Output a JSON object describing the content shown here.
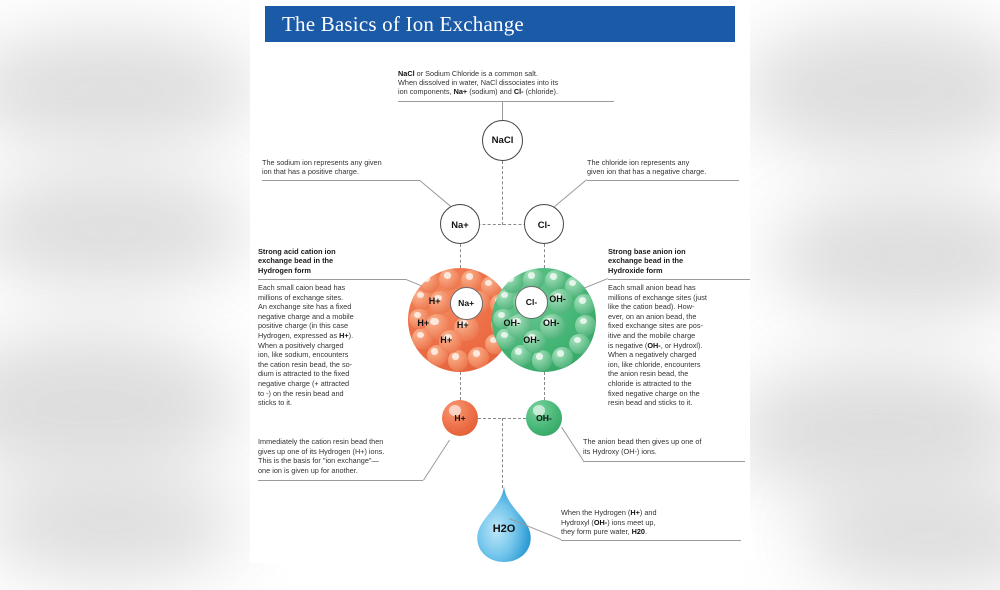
{
  "header": {
    "title": "The Basics of Ion Exchange",
    "bar_color": "#1B5AA7"
  },
  "colors": {
    "cation_orange": "#EE7048",
    "anion_green": "#48B878",
    "water_blue": "#3FA8DD",
    "rule_gray": "#9A9A9A"
  },
  "nodes": {
    "nacl": "NaCl",
    "na": "Na+",
    "cl": "Cl-",
    "h_plus": "H+",
    "oh_minus": "OH-",
    "water": "H2O"
  },
  "notes": {
    "top": {
      "line1_bold": "NaCl",
      "line1_rest": " or Sodium Chloride is a common salt.",
      "line2": "When dissolved in water, NaCl dissociates into its",
      "line3_a": "ion components, ",
      "line3_b": "Na+",
      "line3_c": " (sodium) and ",
      "line3_d": "Cl-",
      "line3_e": " (chloride)."
    },
    "sodium": {
      "line1": "The sodium ion represents any given",
      "line2": "ion that has a positive charge."
    },
    "chloride": {
      "line1": "The chloride ion represents any",
      "line2": "given ion that has a negative charge."
    },
    "cation_heading": {
      "line1": "Strong acid cation ion",
      "line2": "exchange bead in the",
      "line3": "Hydrogen form"
    },
    "cation_body": {
      "l1": "Each small caion bead has",
      "l2": "millions of exchange sites.",
      "l3": "An exchange site has a fixed",
      "l4": "negative charge and a mobile",
      "l5": "positive charge (in this case",
      "l6_a": "Hydrogen, expressed as ",
      "l6_b": "H+",
      "l6_c": ").",
      "l7": "When a positively charged",
      "l8": "ion, like sodium, encounters",
      "l9": "the cation resin bead, the so-",
      "l10": "dium is attracted to the fixed",
      "l11": "negative charge (+ attracted",
      "l12": "to -) on the resin bead and",
      "l13": "sticks to it."
    },
    "anion_heading": {
      "line1": "Strong base anion ion",
      "line2": "exchange bead in the",
      "line3": "Hydroxide form"
    },
    "anion_body": {
      "l1": "Each small anion bead has",
      "l2": "millions of exchange sites (just",
      "l3": "like the cation bead). How-",
      "l4": "ever, on an anion bead, the",
      "l5": "fixed exchange sites are pos-",
      "l6": "itive and the mobile charge",
      "l7_a": "is negative (",
      "l7_b": "OH-",
      "l7_c": ", or Hydroxl).",
      "l8": "When a negatively charged",
      "l9": "ion, like chloride, encounters",
      "l10": "the anion resin bead, the",
      "l11": "chloride is attracted to the",
      "l12": "fixed negative charge on the",
      "l13": "resin bead and sticks to it."
    },
    "cation_release": {
      "l1": "Immediately the cation resin bead then",
      "l2": "gives up one of its Hydrogen (H+) ions.",
      "l3": "This is the basis for \"ion exchange\"—",
      "l4": "one ion is given up for another."
    },
    "anion_release": {
      "l1": "The anion bead then gives up one of",
      "l2": "its Hydroxy (OH-) ions."
    },
    "water_note": {
      "l1_a": "When the Hydrogen (",
      "l1_b": "H+",
      "l1_c": ") and",
      "l2_a": "Hydroxyl (",
      "l2_b": "OH-",
      "l2_c": ") ions meet up,",
      "l3_a": "they form pure water, ",
      "l3_b": "H20",
      "l3_c": "."
    }
  },
  "cation_bead_labels": [
    "H+",
    "Na+",
    "H+",
    "H+",
    "H+"
  ],
  "anion_bead_labels": [
    "Cl-",
    "OH-",
    "OH-",
    "OH-",
    "OH-"
  ]
}
